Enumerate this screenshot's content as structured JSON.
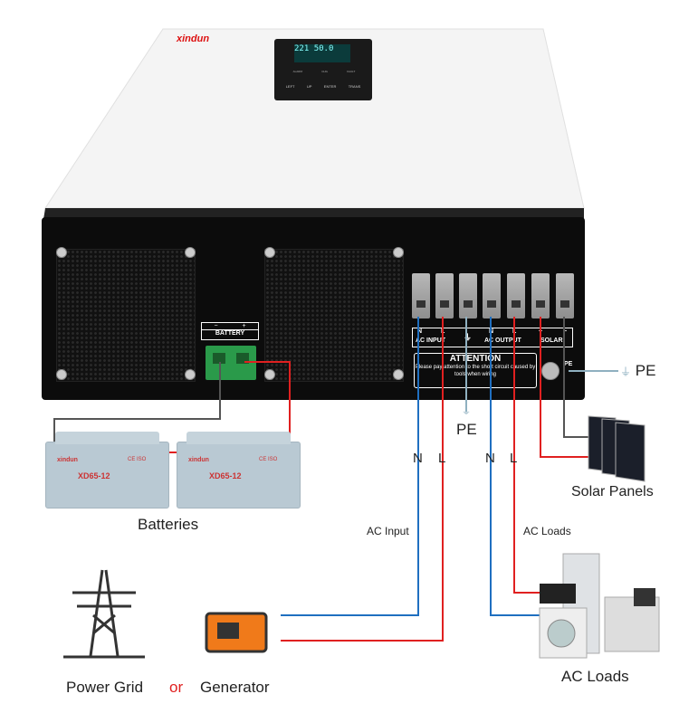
{
  "brand": "xindun",
  "lcd": {
    "left": "221",
    "right": "50.0"
  },
  "panel_buttons": [
    "LEFT",
    "UP",
    "ENTER",
    "TRANS"
  ],
  "panel_leds": [
    "ALARM",
    "CHG",
    "FAULT"
  ],
  "battery_terminal": {
    "minus": "−",
    "plus": "+",
    "label": "BATTERY"
  },
  "terminal_labels": {
    "n1": "N",
    "l1": "L",
    "ac_input": "AC INPUT",
    "n2": "N",
    "l2": "L",
    "ac_output": "AC OUTPUT",
    "plus": "+",
    "minus": "−",
    "solar": "SOLAR",
    "pe_small": "PE"
  },
  "attention": {
    "title": "ATTENTION",
    "text": "Please pay attention to the short circuit caused by tools when wiring"
  },
  "battery_model": "XD65-12",
  "battery_cert": "CE ISO",
  "labels": {
    "pe_right": "PE",
    "pe_bottom": "PE",
    "n_in": "N",
    "l_in": "L",
    "n_out": "N",
    "l_out": "L",
    "solar_panels": "Solar Panels",
    "batteries": "Batteries",
    "ac_input": "AC Input",
    "ac_loads_top": "AC  Loads",
    "ac_loads_bottom": "AC  Loads",
    "power_grid": "Power Grid",
    "or": "or",
    "generator": "Generator"
  },
  "colors": {
    "live": "#e02020",
    "neutral": "#1f6fc0",
    "ground": "#8fb0c0",
    "solar_neg": "#555555"
  }
}
